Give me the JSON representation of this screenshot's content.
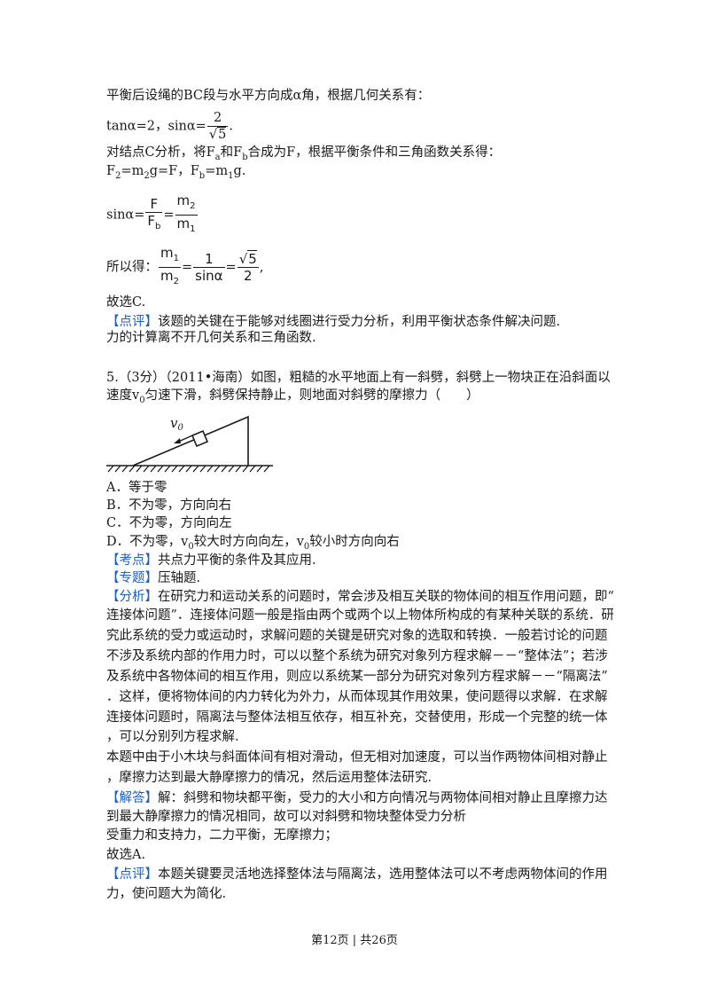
{
  "prev": {
    "l1": "平衡后设绳的BC段与水平方向成α角，根据几何关系有：",
    "l2_tan": "tanα=2，sinα=",
    "l2_num": "2",
    "l2_den_sqrt": "5",
    "l2_end": ".",
    "l3_a": "对结点C分析，将F",
    "l3_a_sub": "a",
    "l3_b": "和F",
    "l3_b_sub": "b",
    "l3_c": "合成为F，根据平衡条件和三角函数关系得：",
    "l4_a": "F",
    "l4_a_sub": "2",
    "l4_b": "=m",
    "l4_b_sub": "2",
    "l4_c": "g=F，F",
    "l4_c_sub": "b",
    "l4_d": "=m",
    "l4_d_sub": "1",
    "l4_e": "g.",
    "f1_lead": "sinα=",
    "f1_num1": "F",
    "f1_den1": "F",
    "f1_den1_sub": "b",
    "f1_eq": "=",
    "f1_num2": "m",
    "f1_num2_sub": "2",
    "f1_den2": "m",
    "f1_den2_sub": "1",
    "f2_lead": "所以得：",
    "f2_num1": "m",
    "f2_num1_sub": "1",
    "f2_den1": "m",
    "f2_den1_sub": "2",
    "f2_eq1": "=",
    "f2_num2": "1",
    "f2_den2": "sinα",
    "f2_eq2": "=",
    "f2_num3_sqrt": "5",
    "f2_den3": "2",
    "f2_end": ",",
    "answer": "故选C.",
    "comment_tag": "【点评】",
    "comment_1": "该题的关键在于能够对线圈进行受力分析，利用平衡状态条件解决问题.",
    "comment_2": "力的计算离不开几何关系和三角函数."
  },
  "q5": {
    "stem_1": "5.（3分）（2011•海南）如图，粗糙的水平地面上有一斜劈，斜劈上一物块正在沿斜面以",
    "stem_2a": "速度v",
    "stem_2_sub": "0",
    "stem_2b": "匀速下滑，斜劈保持静止，则地面对斜劈的摩擦力（　　）",
    "figure_label": "v",
    "figure_label_sub": "0",
    "options": {
      "a": "A．等于零",
      "b": "B．不为零，方向向右",
      "c": "C．不为零，方向向左",
      "d_1": "D．不为零，v",
      "d_sub1": "0",
      "d_2": "较大时方向向左，v",
      "d_sub2": "0",
      "d_3": "较小时方向向右"
    },
    "kaodian_tag": "【考点】",
    "kaodian": "共点力平衡的条件及其应用.",
    "zhuanti_tag": "【专题】",
    "zhuanti": "压轴题.",
    "fenxi_tag": "【分析】",
    "fenxi": [
      "在研究力和运动关系的问题时，常会涉及相互关联的物体间的相互作用问题，即“",
      "连接体问题”．连接体问题一般是指由两个或两个以上物体所构成的有某种关联的系统．研",
      "究此系统的受力或运动时，求解问题的关键是研究对象的选取和转换．一般若讨论的问题",
      "不涉及系统内部的作用力时，可以以整个系统为研究对象列方程求解－－“整体法”；若涉",
      "及系统中各物体间的相互作用，则应以系统某一部分为研究对象列方程求解－－“隔离法”",
      "．这样，便将物体间的内力转化为外力，从而体现其作用效果，使问题得以求解．在求解",
      "连接体问题时，隔离法与整体法相互依存，相互补充，交替使用，形成一个完整的统一体",
      "，可以分别列方程求解.",
      "本题中由于小木块与斜面体间有相对滑动，但无相对加速度，可以当作两物体间相对静止",
      "，摩擦力达到最大静摩擦力的情况，然后运用整体法研究."
    ],
    "jieda_tag": "【解答】",
    "jieda": [
      "解：斜劈和物块都平衡，受力的大小和方向情况与两物体间相对静止且摩擦力达",
      "到最大静摩擦力的情况相同，故可以对斜劈和物块整体受力分析",
      "受重力和支持力，二力平衡，无摩擦力；",
      "故选A."
    ],
    "dianping_tag": "【点评】",
    "dianping": [
      "本题关键要灵活地选择整体法与隔离法，选用整体法可以不考虑两物体间的作用",
      "力，使问题大为简化."
    ]
  },
  "footer": "第12页 | 共26页",
  "colors": {
    "tag": "#1f5fbf",
    "text": "#1a1a1a"
  }
}
